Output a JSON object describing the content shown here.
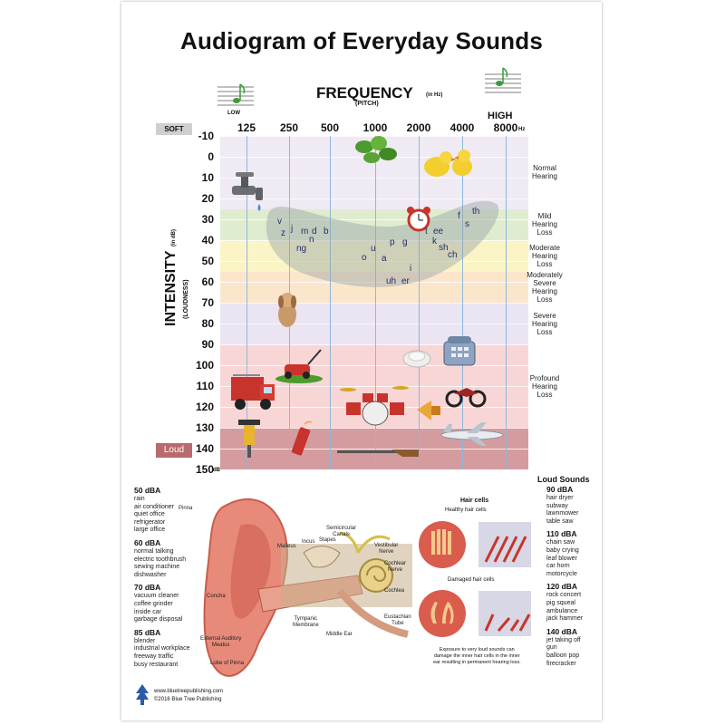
{
  "title": "Audiogram of Everyday Sounds",
  "frequency": {
    "label": "FREQUENCY",
    "unit": "(in Hz)",
    "sub": "(PITCH)",
    "low": "LOW",
    "high": "HIGH",
    "hz": "Hz",
    "values": [
      "125",
      "250",
      "500",
      "1000",
      "2000",
      "4000",
      "8000"
    ]
  },
  "intensity": {
    "label": "INTENSITY",
    "unit": "(in dB)",
    "sub": "(LOUDNESS)",
    "soft": "SOFT",
    "loud": "Loud",
    "db": "dB",
    "values": [
      "-10",
      "0",
      "10",
      "20",
      "30",
      "40",
      "50",
      "60",
      "70",
      "80",
      "90",
      "100",
      "110",
      "120",
      "130",
      "140",
      "150"
    ]
  },
  "zones": [
    {
      "label": "Normal\nHearing",
      "color": "#efeaf3",
      "from": -10,
      "to": 25
    },
    {
      "label": "Mild\nHearing\nLoss",
      "color": "#dfeccf",
      "from": 25,
      "to": 40
    },
    {
      "label": "Moderate\nHearing\nLoss",
      "color": "#faf4c6",
      "from": 40,
      "to": 55
    },
    {
      "label": "Moderately\nSevere\nHearing\nLoss",
      "color": "#fbe6cc",
      "from": 55,
      "to": 70
    },
    {
      "label": "Severe\nHearing\nLoss",
      "color": "#ebe4f2",
      "from": 70,
      "to": 90
    },
    {
      "label": "Profound\nHearing\nLoss",
      "color": "#f8d6d6",
      "from": 90,
      "to": 130
    },
    {
      "label": "",
      "color": "#d49c9f",
      "from": 130,
      "to": 150
    }
  ],
  "speech_letters": [
    "z",
    "v",
    "j",
    "m",
    "d",
    "b",
    "n",
    "ng",
    "o",
    "u",
    "a",
    "p",
    "g",
    "i",
    "uh",
    "er",
    "f",
    "s",
    "th",
    "t",
    "ee",
    "k",
    "sh",
    "ch"
  ],
  "sound_levels_left": [
    {
      "level": "50 dBA",
      "items": [
        "rain",
        "air conditioner",
        "quiet office",
        "refrigerator",
        "large office"
      ]
    },
    {
      "level": "60 dBA",
      "items": [
        "normal talking",
        "electric toothbrush",
        "sewing machine",
        "dishwasher"
      ]
    },
    {
      "level": "70 dBA",
      "items": [
        "vacuum cleaner",
        "coffee grinder",
        "inside car",
        "garbage disposal"
      ]
    },
    {
      "level": "85 dBA",
      "items": [
        "blender",
        "industrial workplace",
        "freeway traffic",
        "busy restaurant"
      ]
    }
  ],
  "loud_sounds": {
    "heading": "Loud Sounds",
    "groups": [
      {
        "level": "90 dBA",
        "items": [
          "hair dryer",
          "subway",
          "lawnmower",
          "table saw"
        ]
      },
      {
        "level": "110 dBA",
        "items": [
          "chain saw",
          "baby crying",
          "leaf blower",
          "car horn",
          "motorcycle"
        ]
      },
      {
        "level": "120 dBA",
        "items": [
          "rock concert",
          "pig squeal",
          "ambulance",
          "jack hammer"
        ]
      },
      {
        "level": "140 dBA",
        "items": [
          "jet taking off",
          "gun",
          "balloon pop",
          "firecracker"
        ]
      }
    ]
  },
  "ear_labels": {
    "pinna": "Pinna",
    "malleus": "Malleus",
    "incus": "Incus",
    "stapes": "Stapes",
    "semicircular": "Semicircular\nCanals",
    "vestibular": "Vestibular\nNerve",
    "cochlear_nerve": "Cochlear\nNerve",
    "cochlea": "Cochlea",
    "concha": "Concha",
    "tympanic": "Tympanic\nMembrane",
    "eustachian": "Eustachian\nTube",
    "middle_ear": "Middle Ear",
    "external": "External Auditory\nMeatus",
    "lobe": "Lobe of Pinna"
  },
  "hair_cells": {
    "heading": "Hair cells",
    "healthy": "Healthy hair cells",
    "damaged": "Damaged hair cells",
    "note": "Exposure to very loud sounds can\ndamage the inner hair cells in the inner\near resulting in permanent hearing loss."
  },
  "footer": {
    "url": "www.bluetreepublishing.com",
    "copyright": "©2016 Blue Tree Publishing"
  }
}
